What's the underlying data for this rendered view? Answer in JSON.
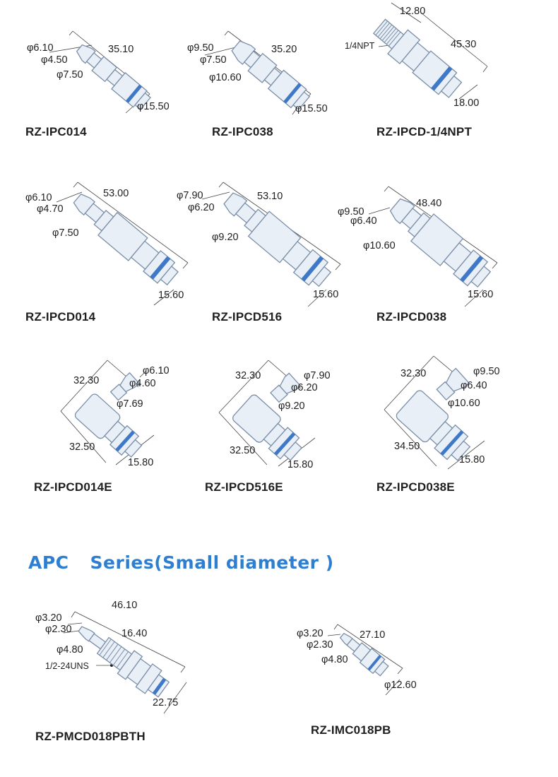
{
  "colors": {
    "accent": "#2f7fd1",
    "part_outline": "#7a8ea8",
    "part_fill": "#e9eff7",
    "band": "#3f78c6",
    "dim_line": "#444444"
  },
  "series_title": {
    "prefix": "APC",
    "suffix": "Series(Small  diameter )"
  },
  "products": [
    {
      "model": "RZ-IPC014",
      "dims": [
        "φ6.10",
        "φ4.50",
        "35.10",
        "φ7.50",
        "φ15.50"
      ]
    },
    {
      "model": "RZ-IPC038",
      "dims": [
        "φ9.50",
        "φ7.50",
        "35.20",
        "φ10.60",
        "φ15.50"
      ]
    },
    {
      "model": "RZ-IPCD-1/4NPT",
      "dims": [
        "12.80",
        "1/4NPT",
        "45.30",
        "18.00"
      ]
    },
    {
      "model": "RZ-IPCD014",
      "dims": [
        "φ6.10",
        "53.00",
        "φ4.70",
        "φ7.50",
        "15.60"
      ]
    },
    {
      "model": "RZ-IPCD516",
      "dims": [
        "φ7.90",
        "53.10",
        "φ6.20",
        "φ9.20",
        "15.60"
      ]
    },
    {
      "model": "RZ-IPCD038",
      "dims": [
        "48.40",
        "φ9.50",
        "φ6.40",
        "φ10.60",
        "15.60"
      ]
    },
    {
      "model": "RZ-IPCD014E",
      "dims": [
        "φ6.10",
        "32.30",
        "φ4.60",
        "φ7.69",
        "32.50",
        "15.80"
      ]
    },
    {
      "model": "RZ-IPCD516E",
      "dims": [
        "32.30",
        "φ7.90",
        "φ6.20",
        "φ9.20",
        "32.50",
        "15.80"
      ]
    },
    {
      "model": "RZ-IPCD038E",
      "dims": [
        "32.30",
        "φ9.50",
        "φ6.40",
        "φ10.60",
        "34.50",
        "15.80"
      ]
    },
    {
      "model": "RZ-PMCD018PBTH",
      "dims": [
        "46.10",
        "φ3.20",
        "φ2.30",
        "16.40",
        "φ4.80",
        "1/2-24UNS",
        "22.75"
      ]
    },
    {
      "model": "RZ-IMC018PB",
      "dims": [
        "φ3.20",
        "27.10",
        "φ2.30",
        "φ4.80",
        "φ12.60"
      ]
    }
  ]
}
